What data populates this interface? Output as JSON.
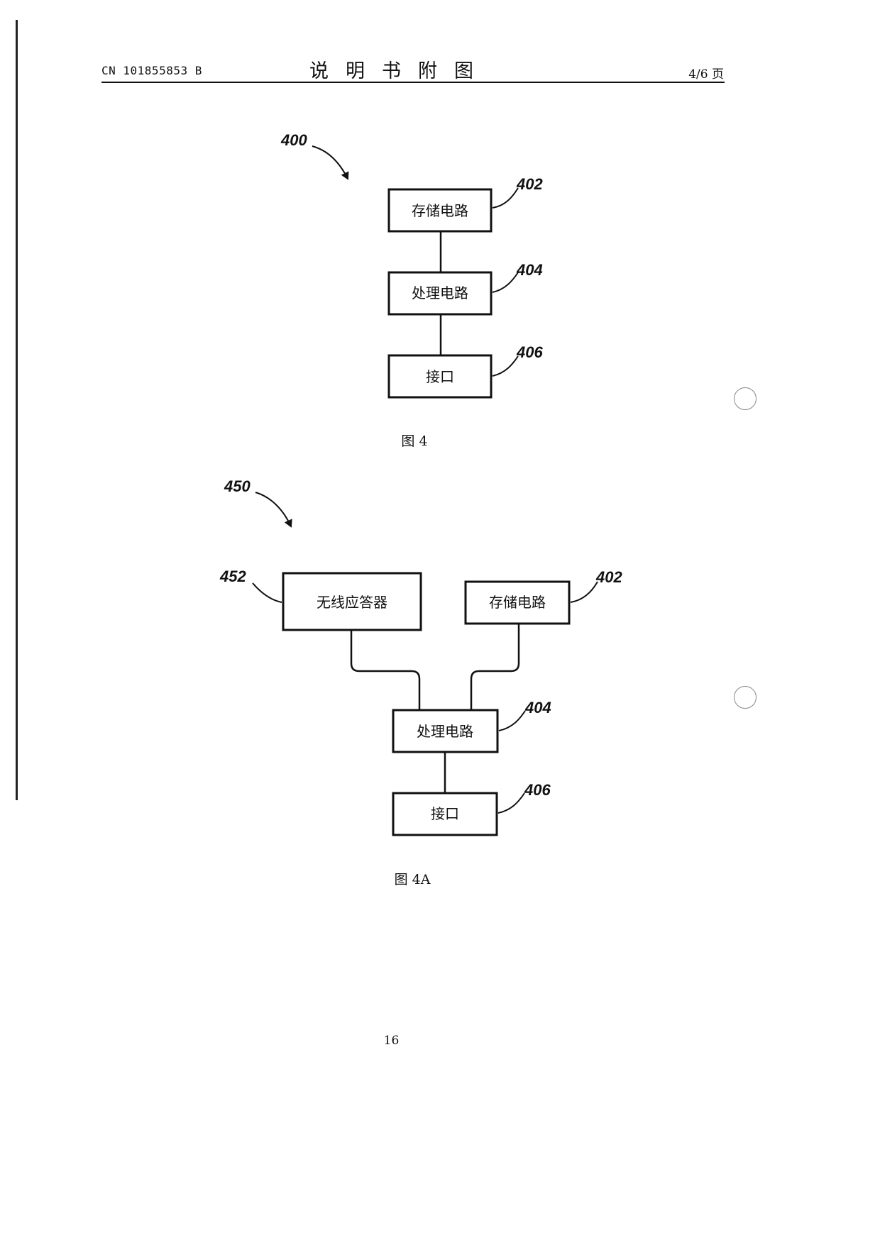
{
  "header": {
    "patent_number": "CN 101855853 B",
    "title": "说明书附图",
    "page_of": "4/6 页"
  },
  "figure4": {
    "ref_main": "400",
    "boxes": [
      {
        "ref": "402",
        "label": "存储电路"
      },
      {
        "ref": "404",
        "label": "处理电路"
      },
      {
        "ref": "406",
        "label": "接口"
      }
    ],
    "caption": "图 4"
  },
  "figure4a": {
    "ref_main": "450",
    "boxes": {
      "transponder": {
        "ref": "452",
        "label": "无线应答器"
      },
      "storage": {
        "ref": "402",
        "label": "存储电路"
      },
      "processing": {
        "ref": "404",
        "label": "处理电路"
      },
      "interface": {
        "ref": "406",
        "label": "接口"
      }
    },
    "caption": "图 4A"
  },
  "footer": {
    "page_number": "16"
  }
}
